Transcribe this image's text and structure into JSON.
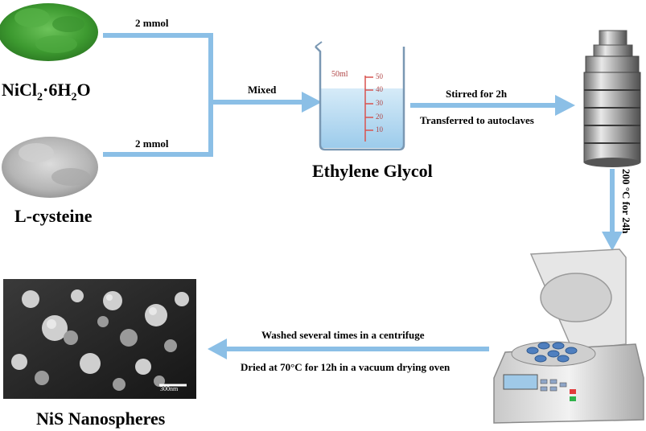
{
  "reagents": {
    "nicl2": {
      "formula": "NiCl2·6H2O",
      "base": "NiCl",
      "sub1": "2",
      "mid": "·6H",
      "sub2": "2",
      "tail": "O",
      "amount": "2 mmol"
    },
    "cysteine": {
      "name": "L-cysteine",
      "amount": "2 mmol"
    }
  },
  "steps": {
    "mixed": "Mixed",
    "beaker_label": "Ethylene Glycol",
    "beaker_marks": {
      "volume": "50ml",
      "ticks": [
        "50",
        "40",
        "30",
        "20",
        "10"
      ]
    },
    "stirred": "Stirred for 2h",
    "transferred": "Transferred to autoclaves",
    "heating": "200 °C for 24h",
    "washed": "Washed several times in a centrifuge",
    "dried": "Dried at 70°C for 12h in a vacuum drying oven",
    "product": "NiS Nanospheres",
    "scale_bar": "300nm"
  },
  "colors": {
    "arrow": "#8bbfe6",
    "powder_green": "#4aa83a",
    "powder_gray": "#b8b8b8",
    "liquid": "#bcdcf2",
    "scale_red": "#d9534f"
  }
}
